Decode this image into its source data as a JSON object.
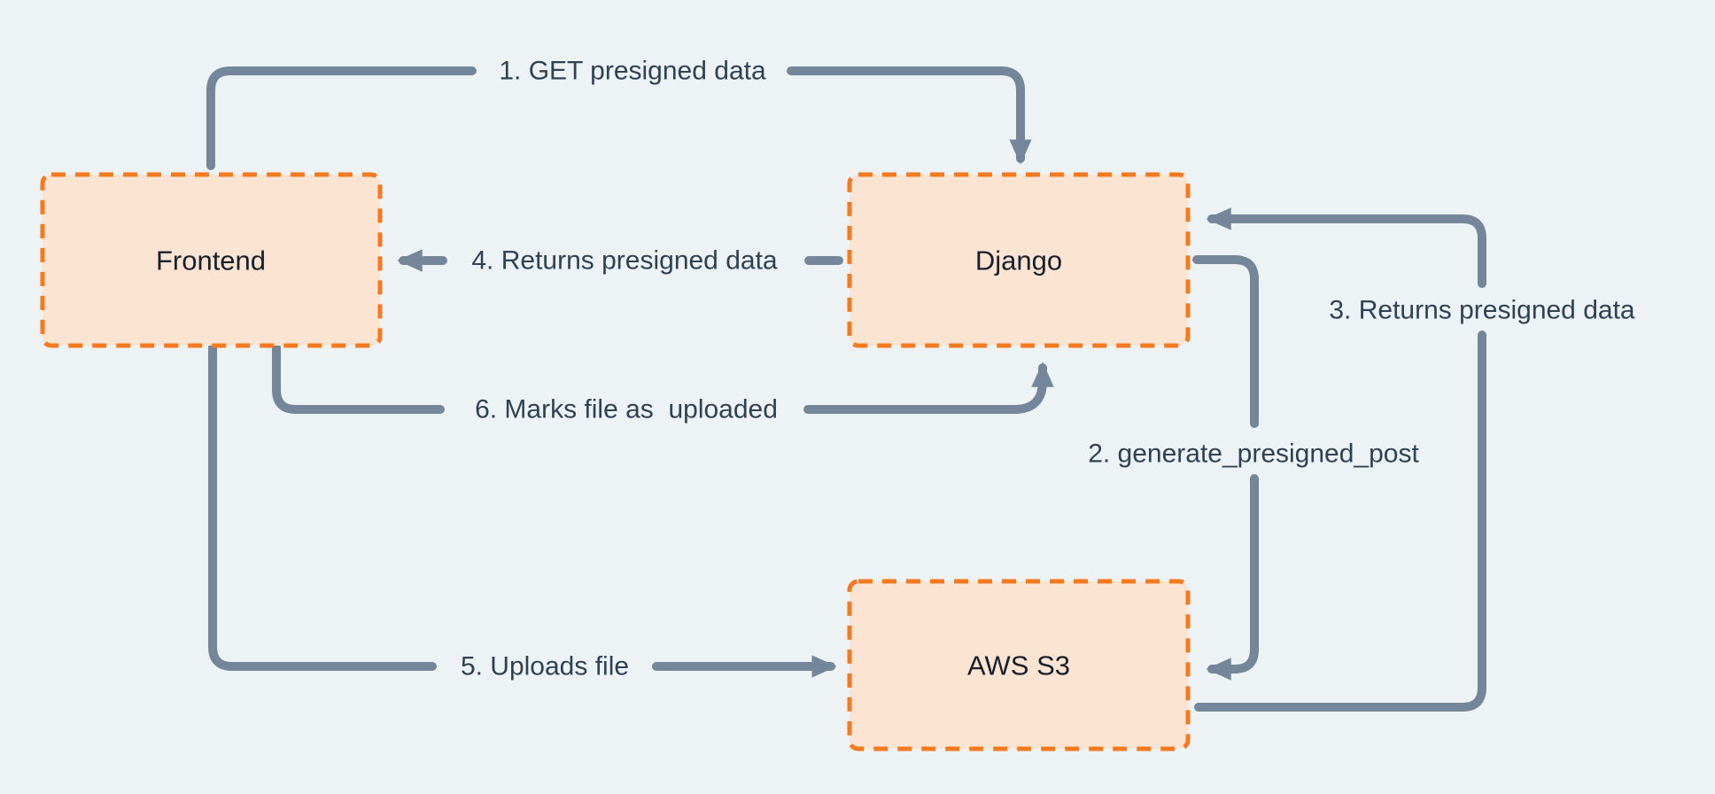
{
  "colors": {
    "background": "#edf2f5",
    "node_fill": "#fce4d3",
    "node_border": "#f4791f",
    "arrow": "#74879a",
    "edge_label": "#2e4254",
    "node_label": "#16212e"
  },
  "nodes": {
    "frontend": {
      "label": "Frontend"
    },
    "django": {
      "label": "Django"
    },
    "aws_s3": {
      "label": "AWS S3"
    }
  },
  "edges": {
    "e1": {
      "label": "1. GET presigned data",
      "from": "Frontend",
      "to": "Django"
    },
    "e2": {
      "label": "2. generate_presigned_post",
      "from": "Django",
      "to": "AWS S3"
    },
    "e3": {
      "label": "3. Returns presigned data",
      "from": "AWS S3",
      "to": "Django"
    },
    "e4": {
      "label": "4. Returns presigned data",
      "from": "Django",
      "to": "Frontend"
    },
    "e5": {
      "label": "5. Uploads file",
      "from": "Frontend",
      "to": "AWS S3"
    },
    "e6": {
      "label": "6. Marks file as  uploaded",
      "from": "Frontend",
      "to": "Django"
    }
  }
}
